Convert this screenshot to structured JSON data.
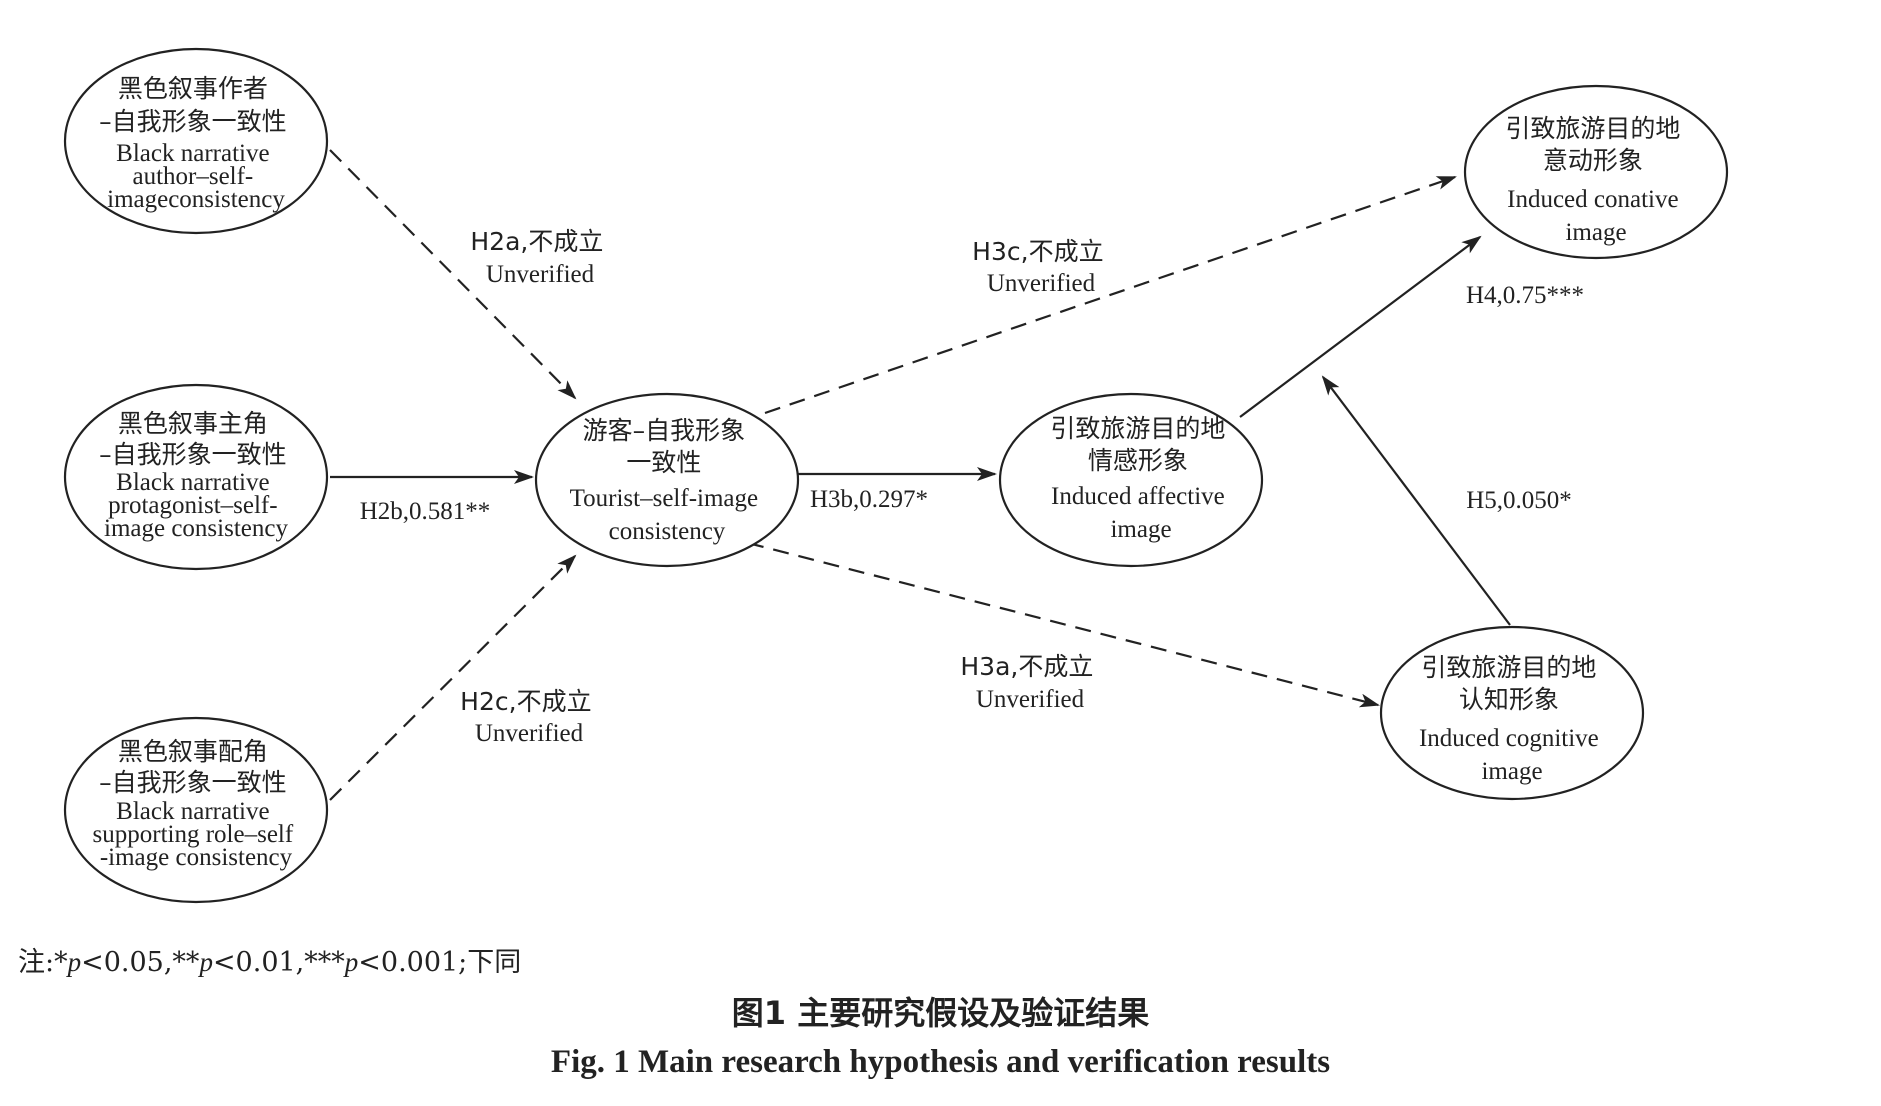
{
  "nodes": {
    "author": {
      "lines": [
        "黑色叙事作者",
        "–自我形象一致性",
        "Black narrative",
        "author–self-",
        "imageconsistency"
      ]
    },
    "protagonist": {
      "lines": [
        "黑色叙事主角",
        "–自我形象一致性",
        "Black narrative",
        "protagonist–self-",
        "image consistency"
      ]
    },
    "supporting": {
      "lines": [
        "黑色叙事配角",
        "–自我形象一致性",
        "Black narrative",
        "supporting role–self",
        "-image consistency"
      ]
    },
    "tourist": {
      "lines": [
        "游客–自我形象",
        "一致性",
        "Tourist–self-image",
        "consistency"
      ]
    },
    "affective": {
      "lines": [
        "引致旅游目的地",
        "情感形象",
        "Induced affective",
        "image"
      ]
    },
    "conative": {
      "lines": [
        "引致旅游目的地",
        "意动形象",
        "Induced conative",
        "image"
      ]
    },
    "cognitive": {
      "lines": [
        "引致旅游目的地",
        "认知形象",
        "Induced cognitive",
        "image"
      ]
    }
  },
  "edges": {
    "h2a": {
      "lines": [
        "H2a,不成立",
        "Unverified"
      ],
      "style": "dashed"
    },
    "h2b": {
      "lines": [
        "H2b,0.581**"
      ],
      "style": "solid"
    },
    "h2c": {
      "lines": [
        "H2c,不成立",
        "Unverified"
      ],
      "style": "dashed"
    },
    "h3a": {
      "lines": [
        "H3a,不成立",
        "Unverified"
      ],
      "style": "dashed"
    },
    "h3b": {
      "lines": [
        "H3b,0.297*"
      ],
      "style": "solid"
    },
    "h3c": {
      "lines": [
        "H3c,不成立",
        "Unverified"
      ],
      "style": "dashed"
    },
    "h4": {
      "lines": [
        "H4,0.75***"
      ],
      "style": "solid"
    },
    "h5": {
      "lines": [
        "H5,0.050*"
      ],
      "style": "solid"
    }
  },
  "note": {
    "prefix": "注:*",
    "p1": "p",
    "t1": "<0.05,**",
    "p2": "p",
    "t2": "<0.01,***",
    "p3": "p",
    "t3": "<0.001;下同"
  },
  "caption": {
    "cn": "图1   主要研究假设及验证结果",
    "en": "Fig. 1   Main research hypothesis and verification results"
  },
  "colors": {
    "ink": "#222222",
    "background": "#ffffff"
  }
}
